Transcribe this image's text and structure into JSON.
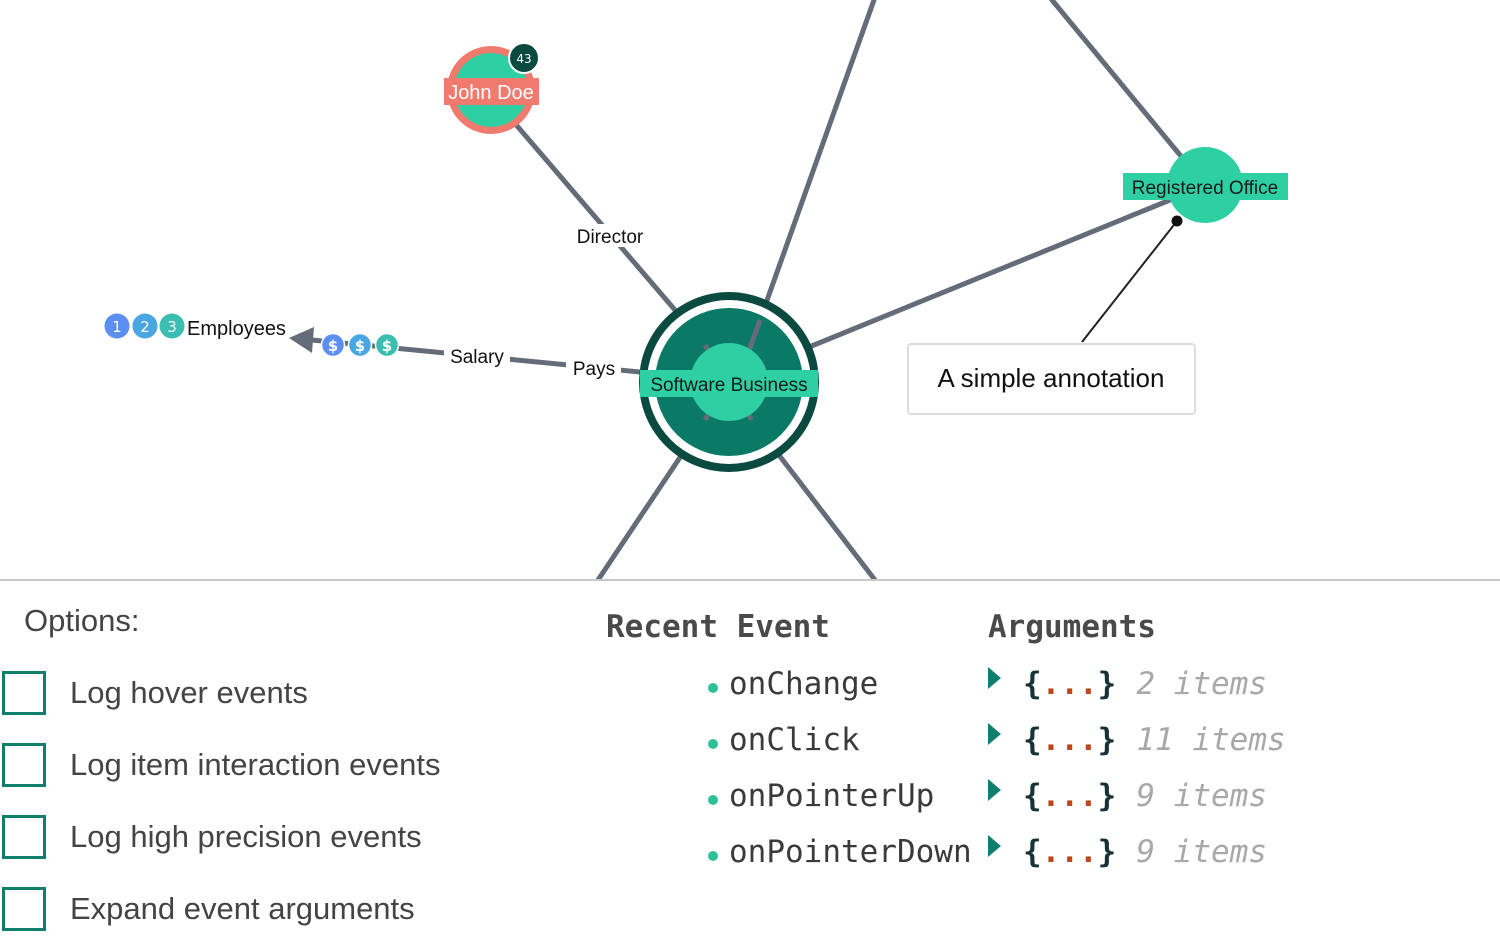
{
  "graph": {
    "nodes": {
      "john": {
        "label": "John Doe",
        "badge": "43"
      },
      "registered": {
        "label": "Registered Office"
      },
      "software": {
        "label": "Software Business"
      }
    },
    "edges": {
      "director": "Director",
      "salary": "Salary",
      "pays": "Pays"
    },
    "employees": {
      "label": "Employees",
      "glyphs": [
        "1",
        "2",
        "3"
      ]
    },
    "money_glyphs": [
      "$",
      "$",
      "$"
    ],
    "annotation": "A simple annotation"
  },
  "colors": {
    "node": "#2fcfa4",
    "node_dark": "#0a7a66",
    "ring_dark": "#0a4a40",
    "john_ring": "#f07a6e",
    "edge": "#636c78",
    "accent": "#127e6e"
  },
  "options": {
    "title": "Options:",
    "items": [
      {
        "label": "Log hover events",
        "checked": false
      },
      {
        "label": "Log item interaction events",
        "checked": false
      },
      {
        "label": "Log high precision events",
        "checked": false
      },
      {
        "label": "Expand event arguments",
        "checked": false
      }
    ]
  },
  "events": {
    "col_event": "Recent Event",
    "col_args": "Arguments",
    "rows": [
      {
        "name": "onChange",
        "open": "{",
        "ellipsis": "...",
        "close": "}",
        "count": "2 items"
      },
      {
        "name": "onClick",
        "open": "{",
        "ellipsis": "...",
        "close": "}",
        "count": "11 items"
      },
      {
        "name": "onPointerUp",
        "open": "{",
        "ellipsis": "...",
        "close": "}",
        "count": "9 items"
      },
      {
        "name": "onPointerDown",
        "open": "{",
        "ellipsis": "...",
        "close": "}",
        "count": "9 items"
      }
    ]
  }
}
